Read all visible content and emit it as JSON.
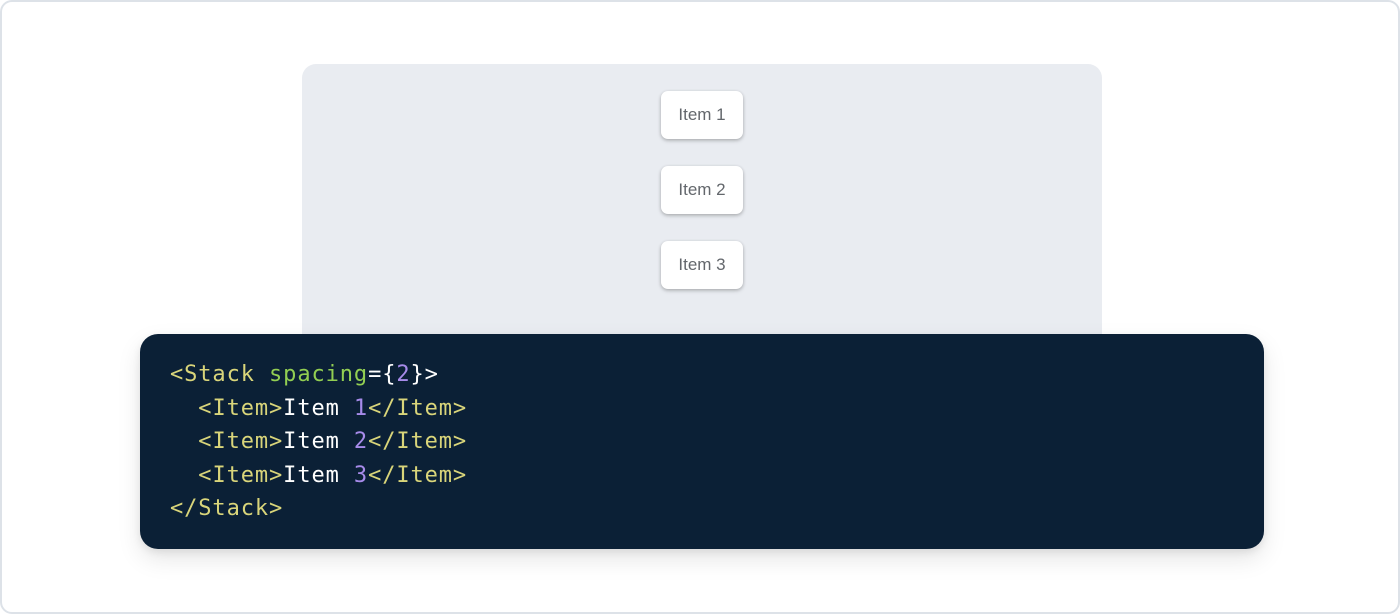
{
  "demo": {
    "items": [
      {
        "label": "Item 1"
      },
      {
        "label": "Item 2"
      },
      {
        "label": "Item 3"
      }
    ]
  },
  "code": {
    "language": "jsx",
    "text": "<Stack spacing={2}>\n  <Item>Item 1</Item>\n  <Item>Item 2</Item>\n  <Item>Item 3</Item>\n</Stack>",
    "lines": [
      [
        {
          "type": "tag",
          "value": "<Stack"
        },
        {
          "type": "plain",
          "value": " "
        },
        {
          "type": "attrname",
          "value": "spacing"
        },
        {
          "type": "plain",
          "value": "={"
        },
        {
          "type": "number",
          "value": "2"
        },
        {
          "type": "plain",
          "value": "}>"
        }
      ],
      [
        {
          "type": "plain",
          "value": "  "
        },
        {
          "type": "tag",
          "value": "<Item>"
        },
        {
          "type": "plain",
          "value": "Item "
        },
        {
          "type": "number",
          "value": "1"
        },
        {
          "type": "tag",
          "value": "</Item>"
        }
      ],
      [
        {
          "type": "plain",
          "value": "  "
        },
        {
          "type": "tag",
          "value": "<Item>"
        },
        {
          "type": "plain",
          "value": "Item "
        },
        {
          "type": "number",
          "value": "2"
        },
        {
          "type": "tag",
          "value": "</Item>"
        }
      ],
      [
        {
          "type": "plain",
          "value": "  "
        },
        {
          "type": "tag",
          "value": "<Item>"
        },
        {
          "type": "plain",
          "value": "Item "
        },
        {
          "type": "number",
          "value": "3"
        },
        {
          "type": "tag",
          "value": "</Item>"
        }
      ],
      [
        {
          "type": "tag",
          "value": "</Stack>"
        }
      ]
    ]
  },
  "colors": {
    "canvas_bg": "#ffffff",
    "canvas_border": "#dde2e8",
    "panel_bg": "#e9ecf1",
    "item_bg": "#ffffff",
    "item_text": "#63676c",
    "code_bg": "#0b2036",
    "code_plain": "#ffffff",
    "code_tag": "#d9d57a",
    "code_attr": "#92ce52",
    "code_number": "#a78bea"
  }
}
